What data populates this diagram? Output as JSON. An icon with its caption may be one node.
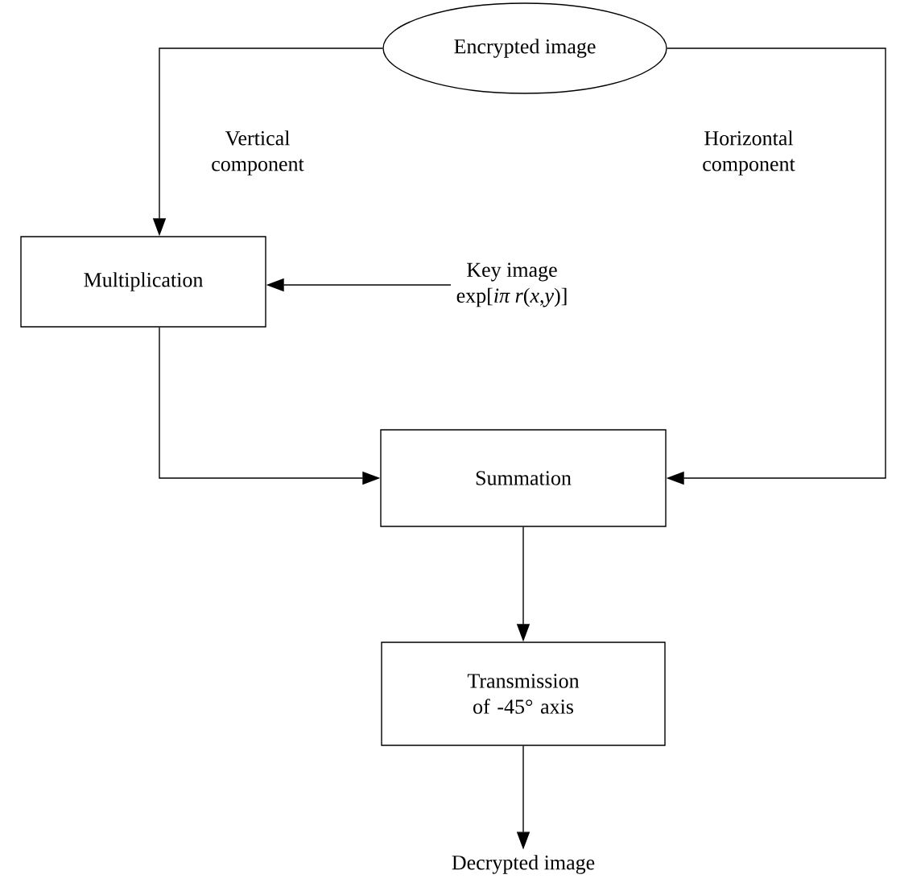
{
  "diagram": {
    "nodes": [
      {
        "text": [
          "Encrypted image"
        ]
      },
      {
        "text": [
          "Multiplication"
        ]
      },
      {
        "text": [
          "Key image",
          "exp[*iπ r*(*x*,*y*)]"
        ]
      },
      {
        "text": [
          "Summation"
        ]
      },
      {
        "text": [
          "Transmission of -45° axis"
        ]
      },
      {
        "text": [
          "Decrypted image"
        ]
      }
    ],
    "edges": [
      {
        "from": 0,
        "to": 1,
        "arrow": "to",
        "label": "Vertical component"
      },
      {
        "from": 0,
        "to": 3,
        "arrow": "to",
        "label": "Horizontal component"
      },
      {
        "from": 2,
        "to": 1,
        "arrow": "to"
      },
      {
        "from": 1,
        "to": 3,
        "arrow": "to"
      },
      {
        "from": 3,
        "to": 4,
        "arrow": "to"
      },
      {
        "from": 4,
        "to": 5,
        "arrow": "to"
      }
    ]
  }
}
